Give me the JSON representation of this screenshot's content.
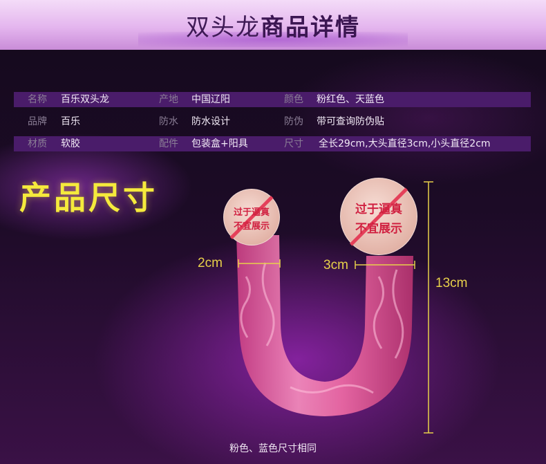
{
  "header": {
    "title_part1": "双头龙",
    "title_part2": "商品详情"
  },
  "specs": [
    [
      {
        "label": "名称",
        "value": "百乐双头龙"
      },
      {
        "label": "产地",
        "value": "中国辽阳"
      },
      {
        "label": "颜色",
        "value": "粉红色、天蓝色"
      }
    ],
    [
      {
        "label": "品牌",
        "value": "百乐"
      },
      {
        "label": "防水",
        "value": "防水设计"
      },
      {
        "label": "防伪",
        "value": "带可查询防伪贴"
      }
    ],
    [
      {
        "label": "材质",
        "value": "软胶"
      },
      {
        "label": "配件",
        "value": "包装盒+阳具"
      },
      {
        "label": "尺寸",
        "value": "全长29cm,大头直径3cm,小头直径2cm"
      }
    ]
  ],
  "size_section": {
    "title": "产品尺寸",
    "small_end_diameter": "2cm",
    "large_end_diameter": "3cm",
    "length": "13cm",
    "censor_line1": "过于逼真",
    "censor_line2": "不宜展示",
    "caption": "粉色、蓝色尺寸相同"
  },
  "colors": {
    "accent_yellow": "#f5ea3c",
    "dimension_line": "#e8d14a",
    "band_purple": "#4a1c6a",
    "product_pink": "#f06fa6",
    "censor_red": "#d02040"
  }
}
